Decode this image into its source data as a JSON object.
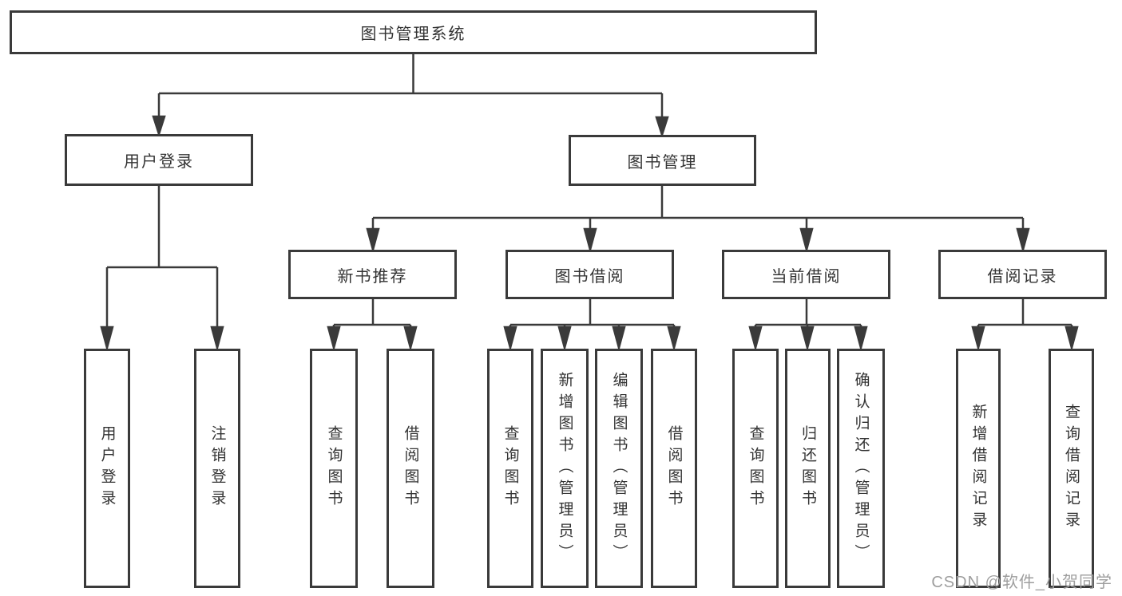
{
  "diagram": {
    "root": {
      "label": "图书管理系统"
    },
    "level2": [
      {
        "label": "用户登录"
      },
      {
        "label": "图书管理"
      }
    ],
    "level3": [
      {
        "label": "新书推荐"
      },
      {
        "label": "图书借阅"
      },
      {
        "label": "当前借阅"
      },
      {
        "label": "借阅记录"
      }
    ],
    "leaves": {
      "user_login": [
        "用户登录",
        "注销登录"
      ],
      "new_books": [
        "查询图书",
        "借阅图书"
      ],
      "book_borrow": [
        "查询图书",
        "新增图书（管理员）",
        "编辑图书（管理员）",
        "借阅图书"
      ],
      "current_borrow": [
        "查询图书",
        "归还图书",
        "确认归还（管理员）"
      ],
      "borrow_records": [
        "新增借阅记录",
        "查询借阅记录"
      ]
    }
  },
  "watermark": {
    "text": "CSDN @软件_小贺同学",
    "color": "#9e9e9e"
  },
  "colors": {
    "line": "#3a3a3a",
    "box_border": "#3a3a3a",
    "text": "#333333",
    "background": "#ffffff"
  }
}
